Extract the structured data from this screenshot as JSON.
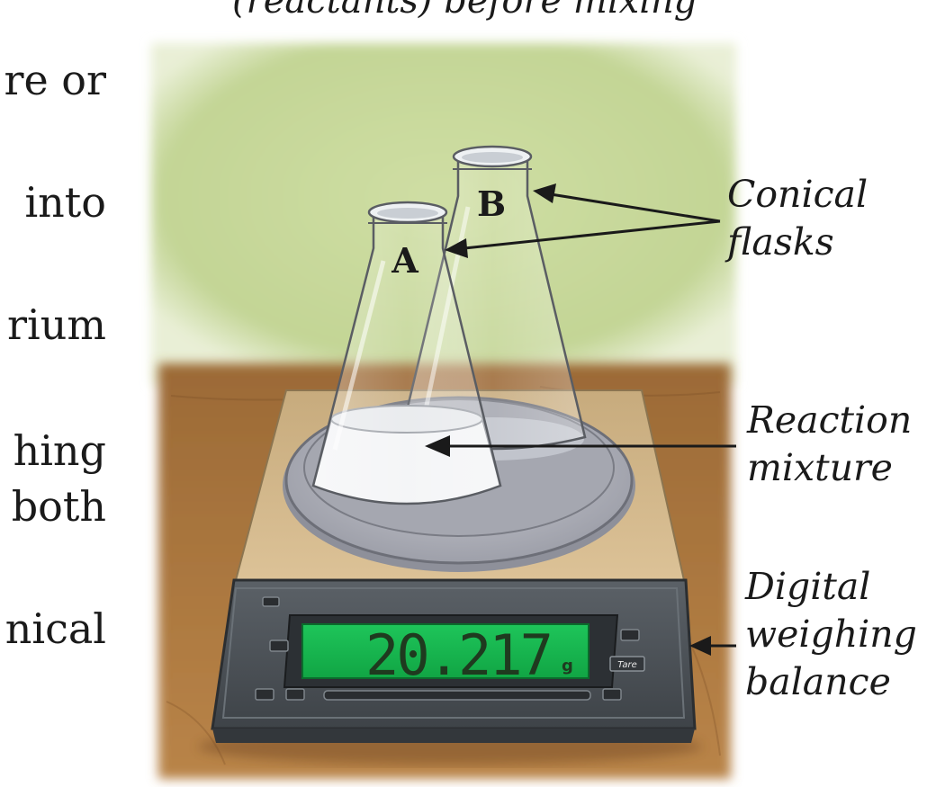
{
  "caption_top": "(reactants) before mixing",
  "left_text_fragments": [
    "re or",
    "into",
    "rium",
    "hing",
    "both",
    "nical"
  ],
  "flask_labels": {
    "a": "A",
    "b": "B"
  },
  "display": {
    "value": "20.217",
    "unit": "g"
  },
  "tare_label": "Tare",
  "callouts": {
    "conical_flasks": [
      "Conical",
      "flasks"
    ],
    "reaction_mixture": [
      "Reaction",
      "mixture"
    ],
    "digital_balance": [
      "Digital",
      "weighing",
      "balance"
    ]
  },
  "colors": {
    "wall": "#c8d99a",
    "table": "#a8743e",
    "balance_top": "#d3b88a",
    "balance_body": "#4d5358",
    "lcd": "#18b34d",
    "pan": "#b3b5bd"
  }
}
